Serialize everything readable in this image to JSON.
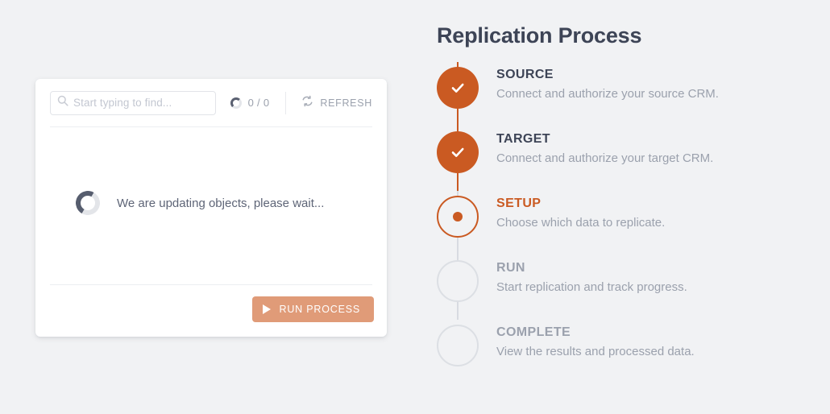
{
  "colors": {
    "background": "#f1f2f4",
    "accent_orange": "#ca5a22",
    "button_salmon": "#e09b78",
    "heading": "#3d4456",
    "muted": "#9ba1ad"
  },
  "card": {
    "search": {
      "placeholder": "Start typing to find...",
      "value": "",
      "icon": "search-icon"
    },
    "counter": {
      "text": "0 / 0",
      "icon": "loading-spinner-icon"
    },
    "refresh": {
      "label": "REFRESH",
      "icon": "refresh-icon"
    },
    "status": {
      "text": "We are updating objects, please wait...",
      "icon": "loading-spinner-icon"
    },
    "run_button": {
      "label": "RUN PROCESS",
      "icon": "play-icon"
    }
  },
  "process": {
    "title": "Replication Process",
    "steps": [
      {
        "name": "SOURCE",
        "description": "Connect and authorize your source CRM.",
        "state": "done"
      },
      {
        "name": "TARGET",
        "description": "Connect and authorize your target CRM.",
        "state": "done"
      },
      {
        "name": "SETUP",
        "description": "Choose which data to replicate.",
        "state": "current"
      },
      {
        "name": "RUN",
        "description": "Start replication and track progress.",
        "state": "todo"
      },
      {
        "name": "COMPLETE",
        "description": "View the results and processed data.",
        "state": "todo"
      }
    ]
  }
}
